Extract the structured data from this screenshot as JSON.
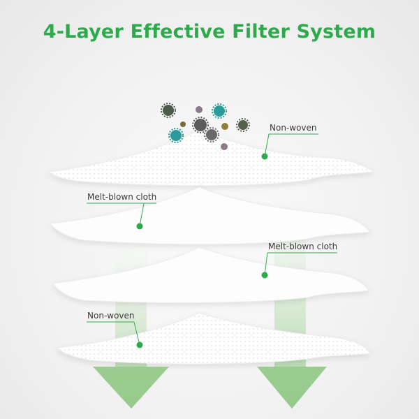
{
  "title": "4-Layer Effective Filter System",
  "colors": {
    "accent": "#2eaa4c",
    "arrow": "#9ccf92",
    "particle_teal": "#2a9a9a",
    "particle_gray": "#5c5c5c",
    "particle_olive": "#6e7a5a",
    "particle_mauve": "#8c7a86"
  },
  "layers": [
    {
      "label": "Non-woven",
      "icon": "dot-marker"
    },
    {
      "label": "Melt-blown cloth",
      "icon": "dot-marker"
    },
    {
      "label": "Melt-blown cloth",
      "icon": "dot-marker"
    },
    {
      "label": "Non-woven",
      "icon": "dot-marker"
    }
  ],
  "icons": [
    "bacteria-icon",
    "down-arrow-icon",
    "dot-marker"
  ]
}
